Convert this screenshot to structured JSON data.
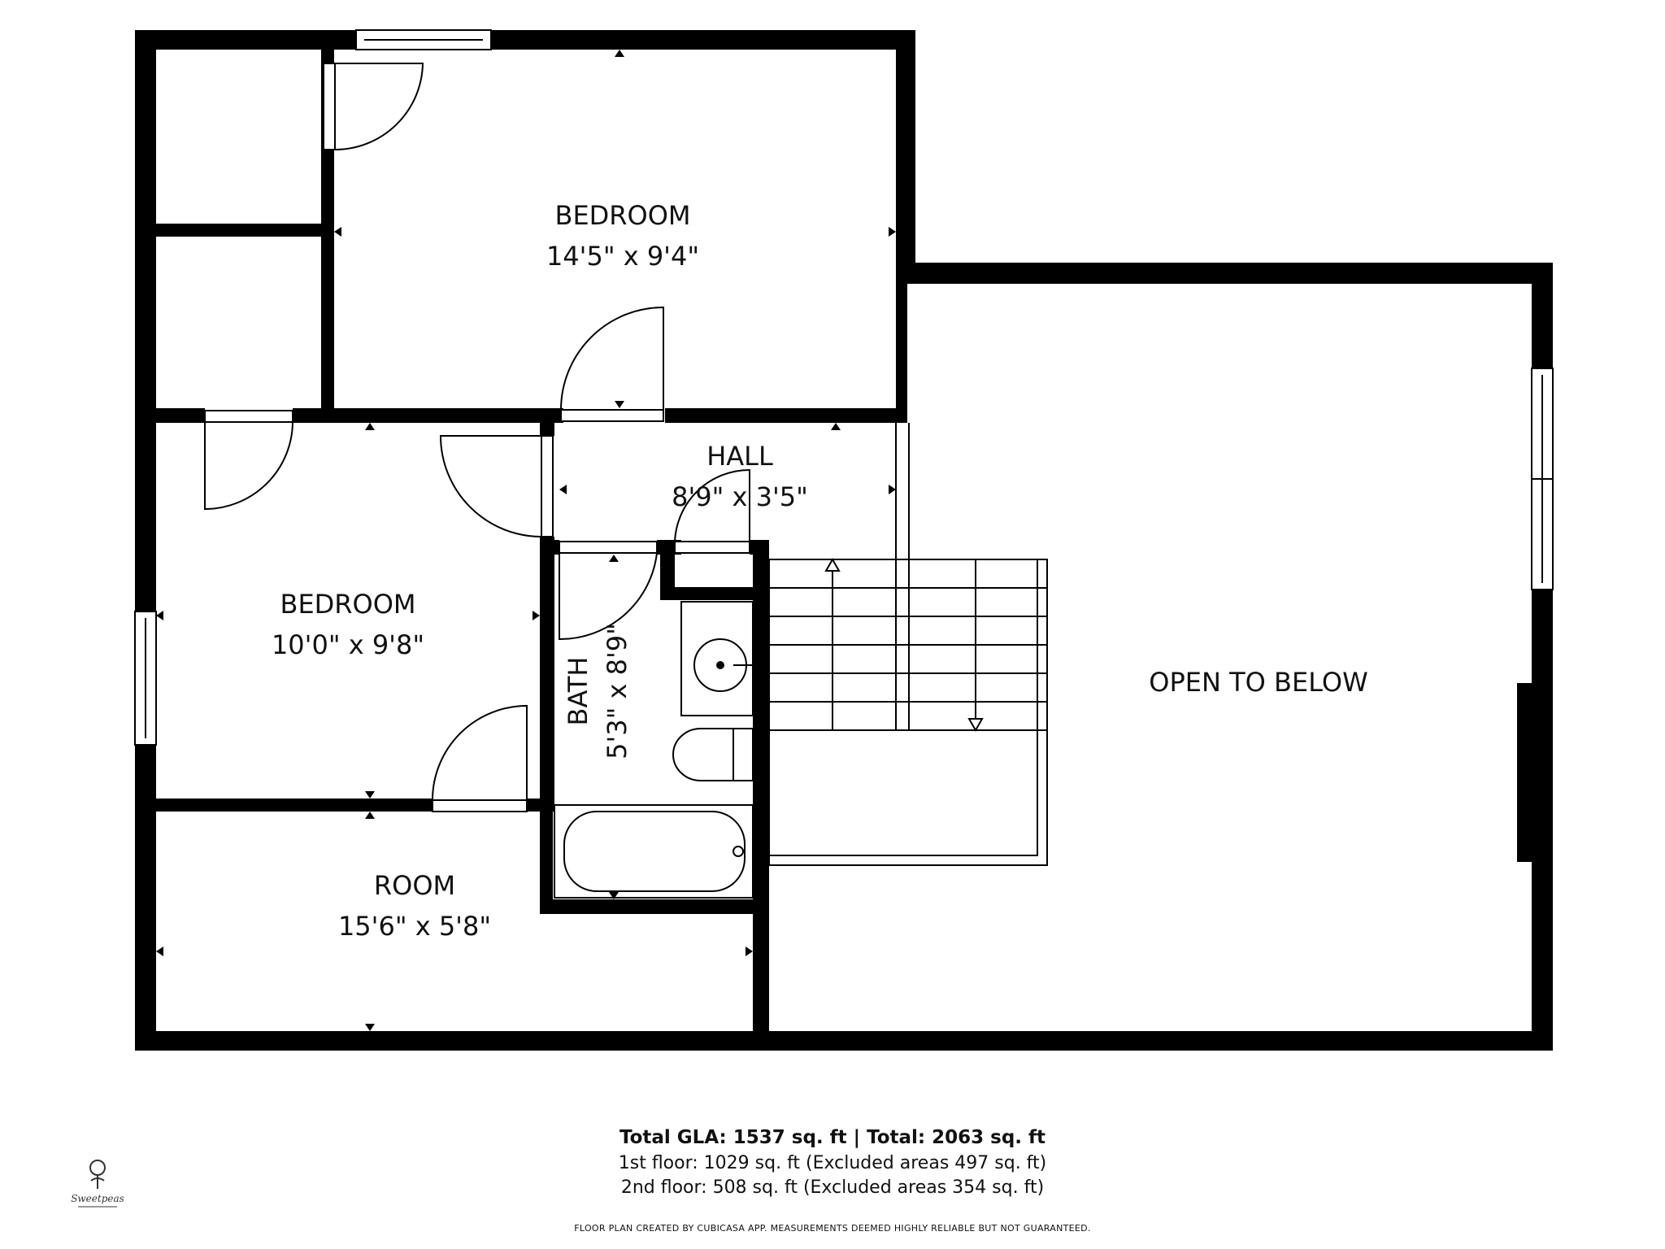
{
  "rooms": [
    {
      "id": "bedroom1",
      "name": "BEDROOM",
      "dims": "14'5\" x 9'4\""
    },
    {
      "id": "hall",
      "name": "HALL",
      "dims": "8'9\" x 3'5\""
    },
    {
      "id": "bedroom2",
      "name": "BEDROOM",
      "dims": "10'0\" x 9'8\""
    },
    {
      "id": "bath",
      "name": "BATH",
      "dims": "5'3\" x 8'9\""
    },
    {
      "id": "room",
      "name": "ROOM",
      "dims": "15'6\" x 5'8\""
    },
    {
      "id": "open",
      "name": "OPEN TO BELOW"
    }
  ],
  "footer": {
    "total_gla": "Total GLA: 1537 sq. ft | Total: 2063 sq. ft",
    "first_floor": "1st floor: 1029 sq. ft (Excluded areas 497 sq. ft)",
    "second_floor": "2nd floor: 508 sq. ft (Excluded areas 354 sq. ft)",
    "disclaimer": "FLOOR PLAN CREATED BY CUBICASA APP. MEASUREMENTS DEEMED HIGHLY RELIABLE BUT NOT GUARANTEED."
  },
  "logo": {
    "text": "Sweetpeas"
  },
  "colors": {
    "wall": "#000000",
    "background": "#ffffff"
  }
}
